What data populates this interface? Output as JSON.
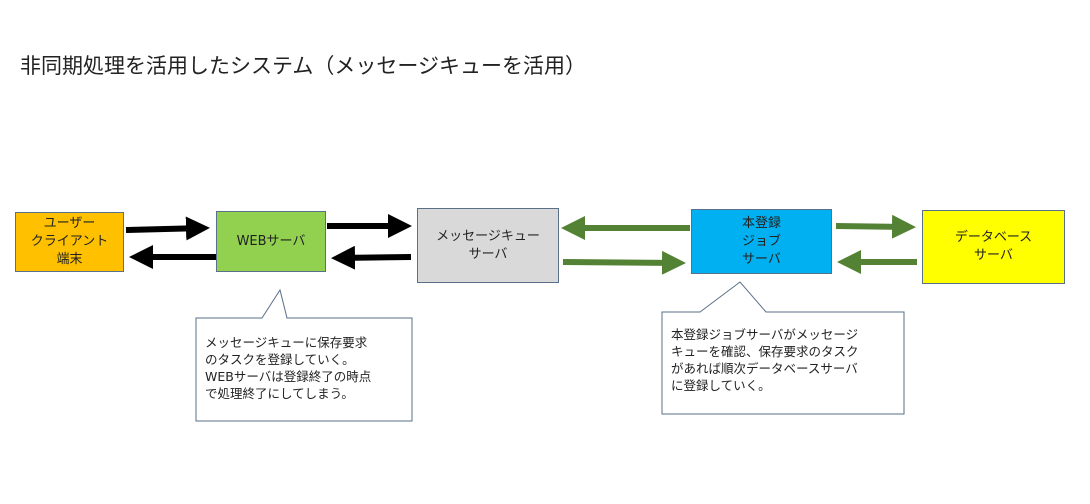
{
  "title": "非同期処理を活用したシステム（メッセージキューを活用）",
  "nodes": {
    "user": "ユーザー\nクライアント\n端末",
    "web": "WEBサーバ",
    "mq": "メッセージキュー\nサーバ",
    "job": "本登録\nジョブ\nサーバ",
    "db": "データベース\nサーバ"
  },
  "callouts": {
    "web": "メッセージキューに保存要求\nのタスクを登録していく。\nWEBサーバは登録終了の時点\nで処理終了にしてしまう。",
    "job": "本登録ジョブサーバがメッセージ\nキューを確認、保存要求のタスク\nがあれば順次データベースサーバ\nに登録していく。"
  },
  "colors": {
    "user": "#ffc000",
    "web": "#92d050",
    "mq": "#d9d9d9",
    "job": "#00b0f0",
    "db": "#ffff00",
    "arrow_black": "#000000",
    "arrow_green": "#548235",
    "box_border": "#5a6f8a"
  }
}
